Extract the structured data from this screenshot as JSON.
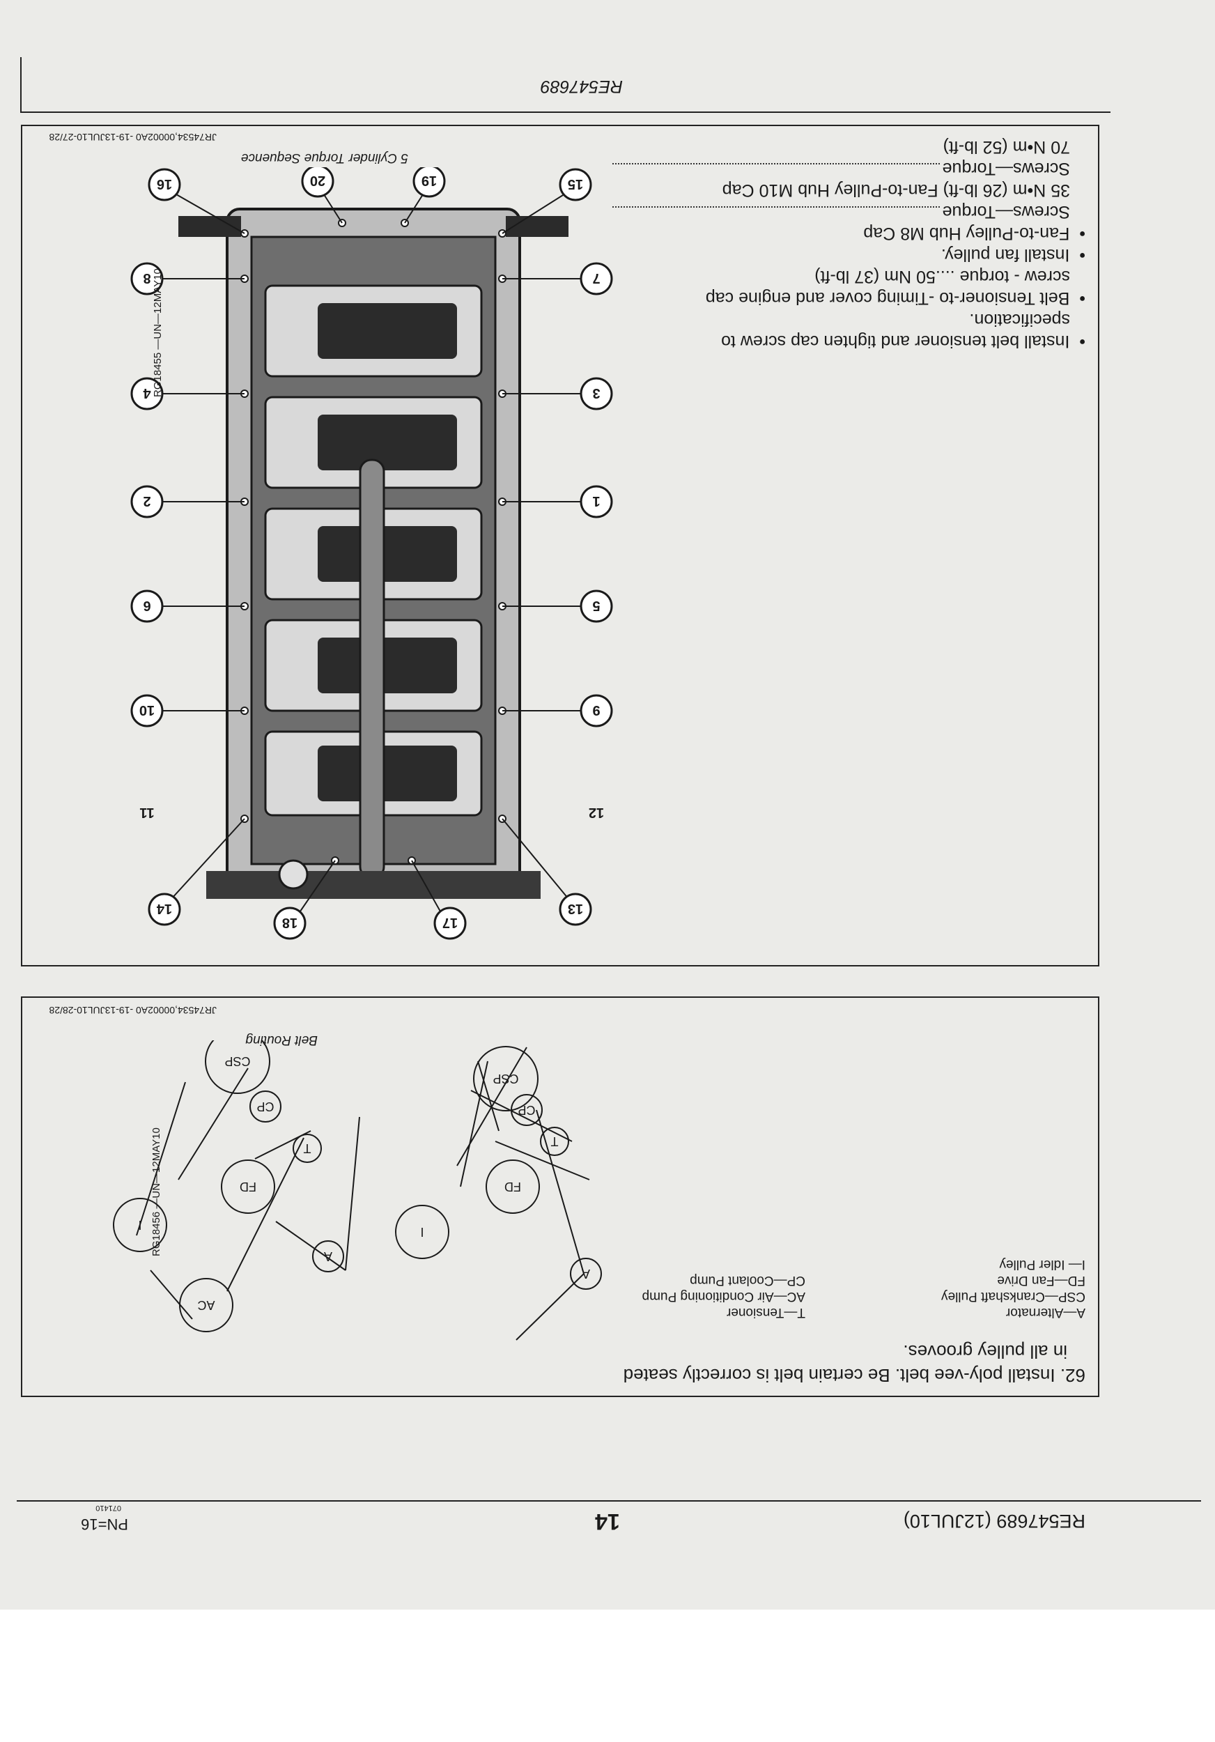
{
  "header": {
    "doc_ref": "RE547689 (12JUL10)",
    "page_number": "14",
    "pn": "PN=16",
    "date_code": "071410"
  },
  "footer": {
    "doc_number": "RE547689"
  },
  "instructions": {
    "bullets": [
      "Install belt tensioner and tighten cap screw to",
      "specification.",
      "Belt Tensioner-to -Timing cover and engine cap",
      "screw - torque ....50 Nm (37 lb-ft)",
      "Install fan pulley.",
      "Fan-to-Pulley Hub M8 Cap",
      "Screws—Torque",
      "35 N•m (26 lb-ft) Fan-to-Pulley Hub M10 Cap",
      "Screws—Torque",
      "70 N•m (52 lb-ft)"
    ]
  },
  "torque_figure": {
    "caption": "5 Cylinder Torque Sequence",
    "image_id": "RG18455 —UN—12MAY10",
    "ref_code": "JR74534,00002A0 -19-13JUL10-27/28",
    "callouts": [
      "1",
      "2",
      "3",
      "4",
      "5",
      "6",
      "7",
      "8",
      "9",
      "10",
      "11",
      "12",
      "13",
      "14",
      "15",
      "16",
      "17",
      "18",
      "19",
      "20"
    ]
  },
  "belt_step": {
    "line1": "62. Install poly-vee belt.  Be certain belt is correctly seated",
    "line2": "in all pulley grooves.",
    "legend_left": [
      "A—Alternator",
      "CSP—Crankshaft Pulley",
      "FD—Fan Drive",
      "I— Idler Pulley"
    ],
    "legend_right": [
      "T—Tensioner",
      "AC—Air Conditioning Pump",
      "CP—Coolant Pump"
    ]
  },
  "belt_figure": {
    "caption": "Belt Routing",
    "image_id": "RG18456 —UN—12MAY10",
    "ref_code": "JR74534,00002A0 -19-13JUL10-28/28",
    "pulley_labels": {
      "a": "A",
      "t": "T",
      "cp": "CP",
      "csp": "CSP",
      "fd": "FD",
      "i": "I",
      "ac": "AC"
    }
  },
  "colors": {
    "paper": "#ebebe8",
    "ink": "#1a1a1a",
    "engine_dark": "#2b2b2b",
    "engine_mid": "#6e6e6e",
    "engine_light": "#bdbdbd"
  }
}
